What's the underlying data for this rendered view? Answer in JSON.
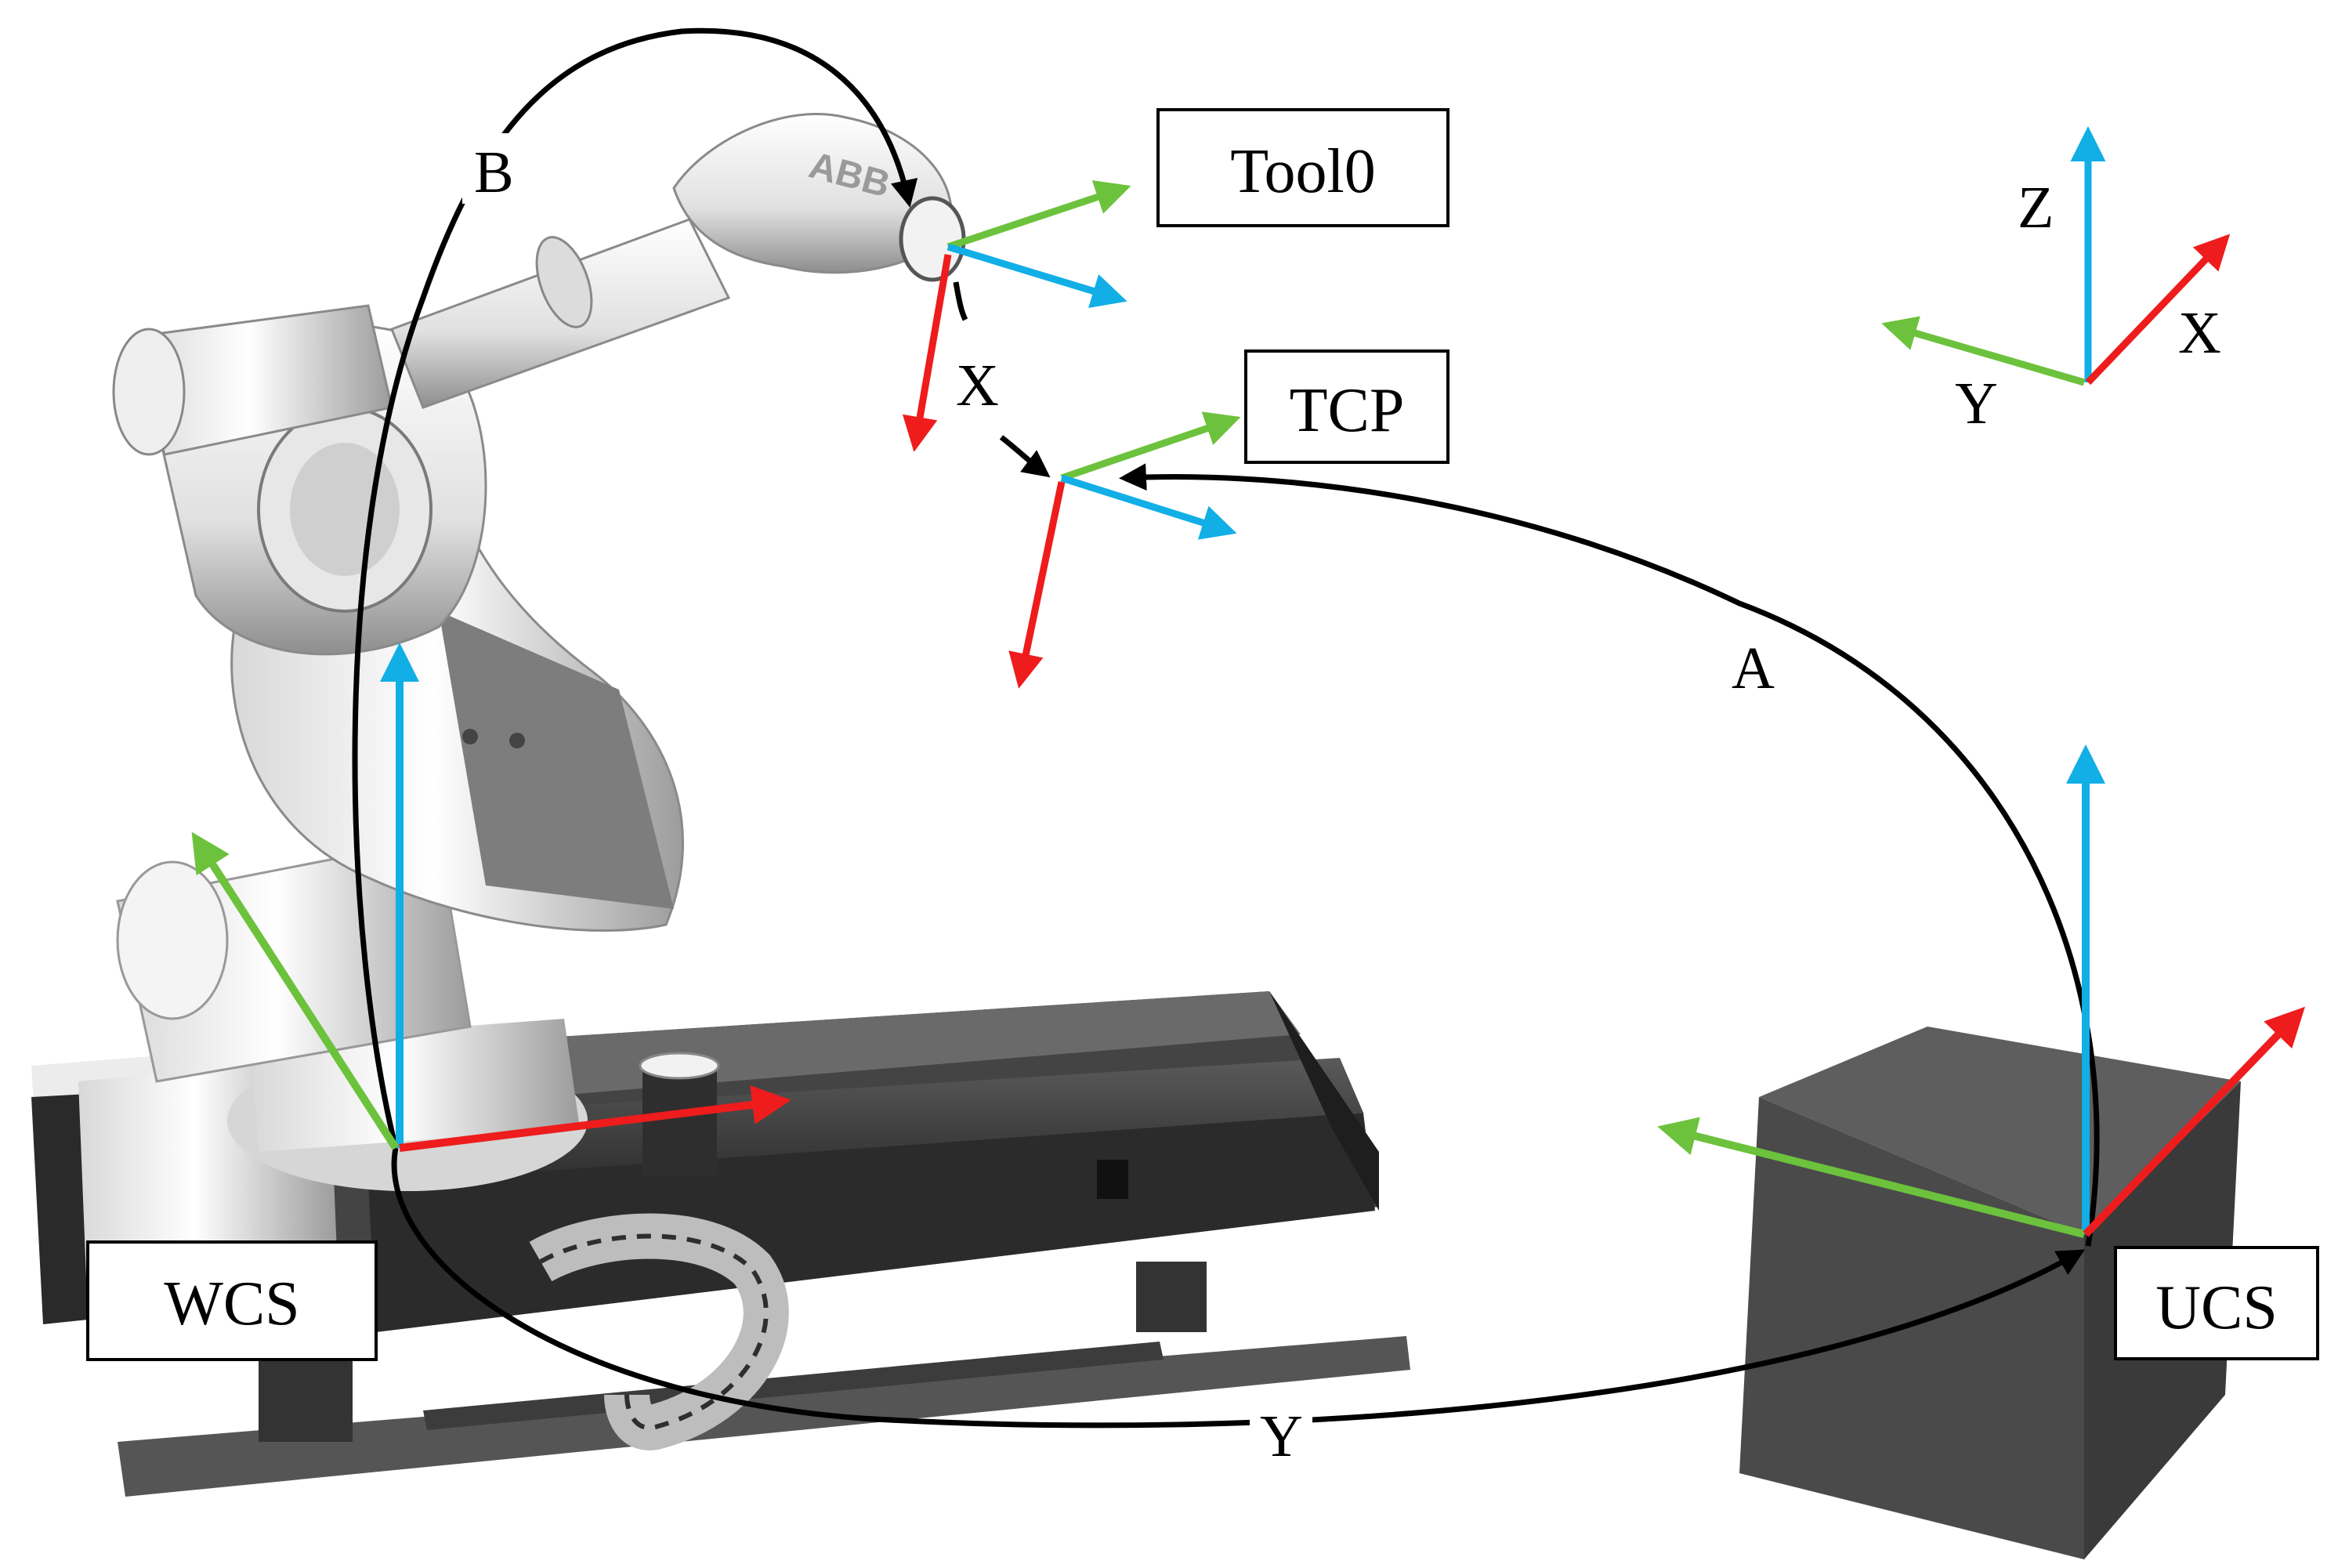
{
  "colors": {
    "x_axis": "#ee1c1c",
    "y_axis": "#6cc23c",
    "z_axis": "#12aee6",
    "transform_arrow": "#000000",
    "block": "#4a4a4a"
  },
  "frames": {
    "tool0": "Tool0",
    "tcp": "TCP",
    "wcs": "WCS",
    "ucs": "UCS"
  },
  "legend": {
    "z": "Z",
    "y": "Y",
    "x": "X"
  },
  "transforms": {
    "a": "A",
    "b": "B",
    "x": "X",
    "y": "Y"
  },
  "robot_logo": "ABB"
}
